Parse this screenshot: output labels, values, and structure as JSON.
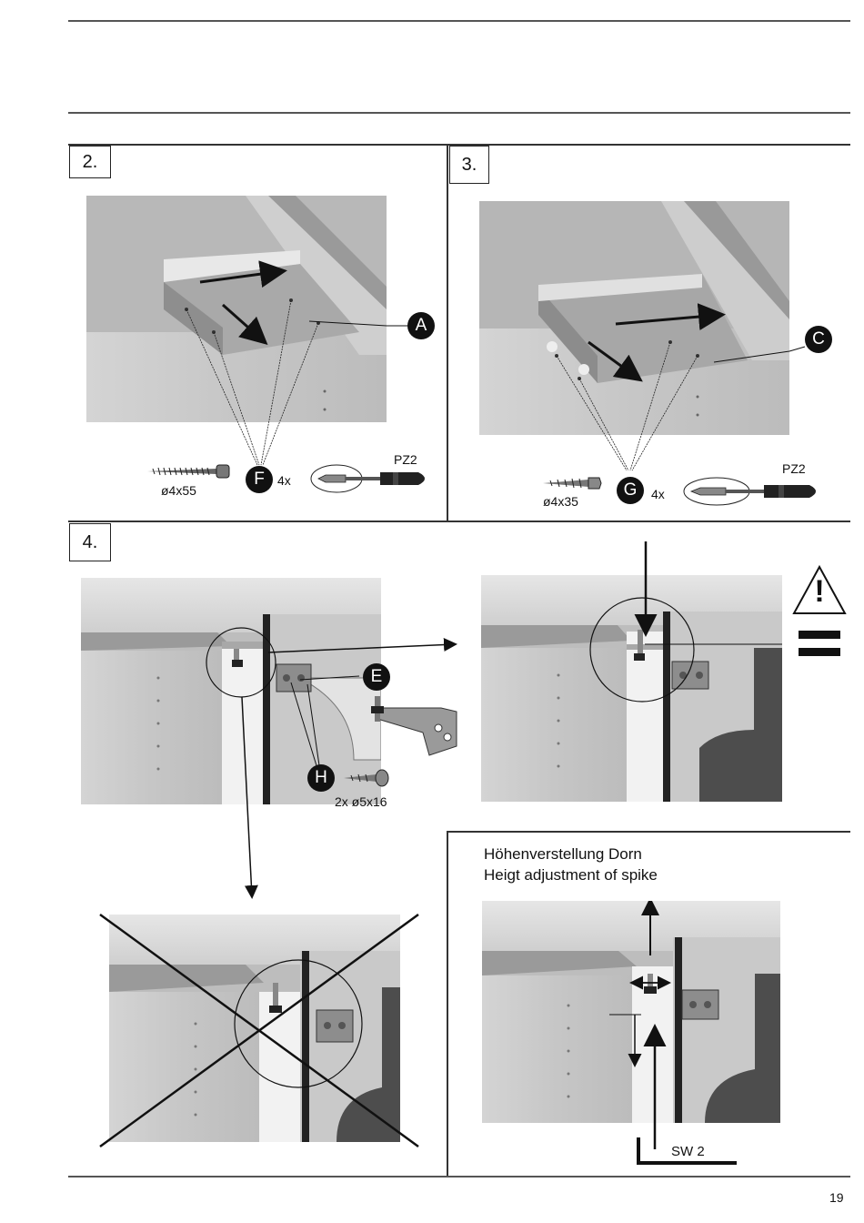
{
  "steps": {
    "step2": {
      "number": "2.",
      "callout": "A",
      "part": "F",
      "quantity": "4x",
      "screw_size": "ø4x55",
      "bit": "PZ2"
    },
    "step3": {
      "number": "3.",
      "callout": "C",
      "part": "G",
      "quantity": "4x",
      "screw_size": "ø4x35",
      "bit": "PZ2"
    },
    "step4": {
      "number": "4.",
      "callout_e": "E",
      "callout_h": "H",
      "screw_label": "2x ø5x16",
      "warning_symbol": "!",
      "equals_symbol": "=",
      "height_note_de": "Höhenverstellung Dorn",
      "height_note_en": "Heigt adjustment of spike",
      "wrench_label": "SW 2"
    }
  },
  "icons": [
    "screw-icon",
    "screwdriver-icon",
    "warning-triangle-icon",
    "equals-icon",
    "allen-key-icon"
  ],
  "page_number": "19"
}
